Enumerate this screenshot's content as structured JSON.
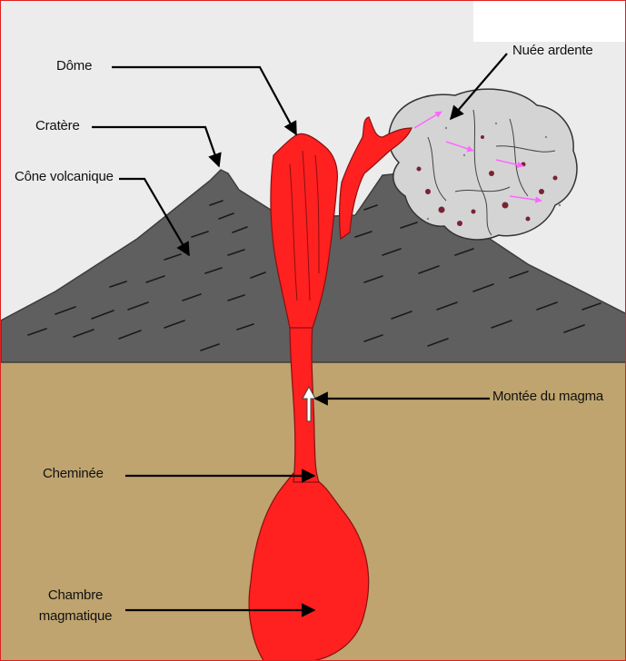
{
  "labels": {
    "dome": "Dôme",
    "cratere": "Cratère",
    "cone": "Cône volcanique",
    "nuee": "Nuée ardente",
    "montee": "Montée du magma",
    "cheminee": "Cheminée",
    "chambre_line1": "Chambre",
    "chambre_line2": "magmatique"
  },
  "colors": {
    "sky": "#ececec",
    "ground": "#bfa46f",
    "cone": "#5f5f5f",
    "magma": "#ff2020",
    "cloud": "#d4d4d4",
    "frame": "#e02020"
  }
}
